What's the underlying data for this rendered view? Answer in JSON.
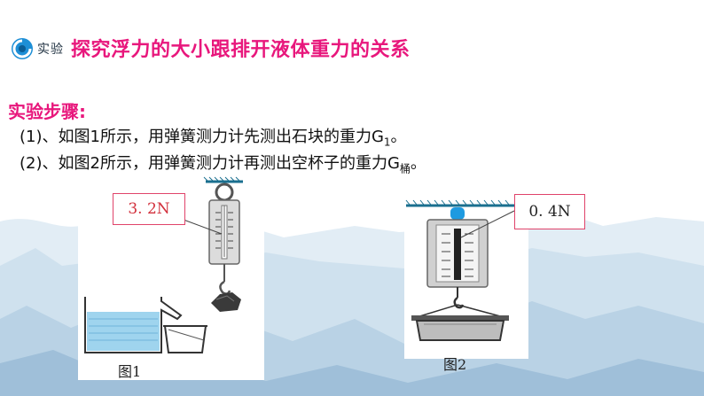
{
  "header": {
    "badge_label": "实验",
    "title": "探究浮力的大小跟排开液体重力的关系"
  },
  "steps_heading": "实验步骤:",
  "steps": [
    {
      "number": "(1)、",
      "text": "如图1所示，用弹簧测力计先测出石块的重力G",
      "subscript": "1",
      "end": "。"
    },
    {
      "number": "(2)、",
      "text": "如图2所示，用弹簧测力计再测出空杯子的重力G",
      "subscript": "桶",
      "end": "。"
    }
  ],
  "figures": [
    {
      "reading": "3. 2N",
      "caption": "图1"
    },
    {
      "reading": "0. 4N",
      "caption": "图2"
    }
  ],
  "colors": {
    "accent": "#e8177c",
    "badge_blue": "#1e8fd6",
    "water": "#9fd4ee",
    "mountain": "#b8d3e6"
  }
}
